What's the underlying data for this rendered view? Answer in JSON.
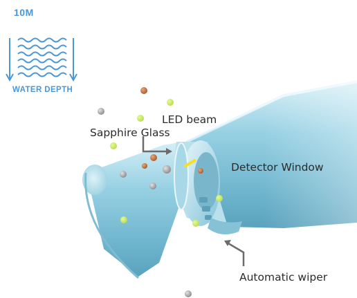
{
  "depth_icon": {
    "value_text": "10M",
    "caption": "WATER DEPTH",
    "icon": "water-depth-icon",
    "color": "#4a97d6"
  },
  "labels": {
    "led_beam": "LED beam",
    "sapphire_glass": "Sapphire Glass",
    "detector_window": "Detector Window",
    "automatic_wiper": "Automatic wiper"
  },
  "colors": {
    "sensor_body": "#8cc8dd",
    "particle_green": "#c6ec62",
    "particle_orange": "#c67a48",
    "particle_grey": "#a8a8a8",
    "led_beam": "#f5e21f",
    "leader_line": "#6b6b6b"
  }
}
